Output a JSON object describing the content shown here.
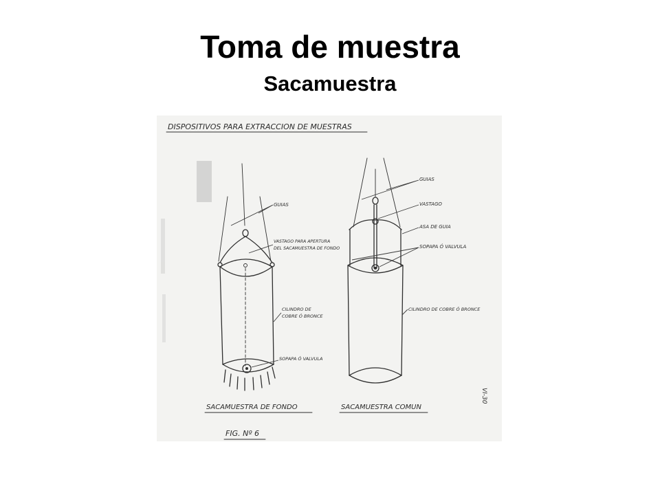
{
  "slide": {
    "title": "Toma de muestra",
    "subtitle": "Sacamuestra"
  },
  "figure": {
    "heading": "DISPOSITIVOS PARA EXTRACCION DE MUESTRAS",
    "left_device": {
      "caption": "SACAMUESTRA DE FONDO",
      "labels": {
        "guias": "GUIAS",
        "vastago_line1": "VASTAGO PARA APERTURA",
        "vastago_line2": "DEL SACAMUESTRA DE FONDO",
        "cilindro_line1": "CILINDRO DE",
        "cilindro_line2": "COBRE Ó BRONCE",
        "sopapa": "SOPAPA Ó VALVULA"
      }
    },
    "right_device": {
      "caption": "SACAMUESTRA COMUN",
      "labels": {
        "guias": "GUIAS",
        "vastago": "VASTAGO",
        "asa": "ASA DE GUIA",
        "sopapa": "SOPAPA Ó VALVULA",
        "cilindro": "CILINDRO DE COBRE Ó BRONCE"
      }
    },
    "fig_number": "FIG. Nº 6",
    "page_code": "VI-30"
  },
  "colors": {
    "background": "#ffffff",
    "panel": "#f3f3f1",
    "ink": "#2e2e2e"
  }
}
